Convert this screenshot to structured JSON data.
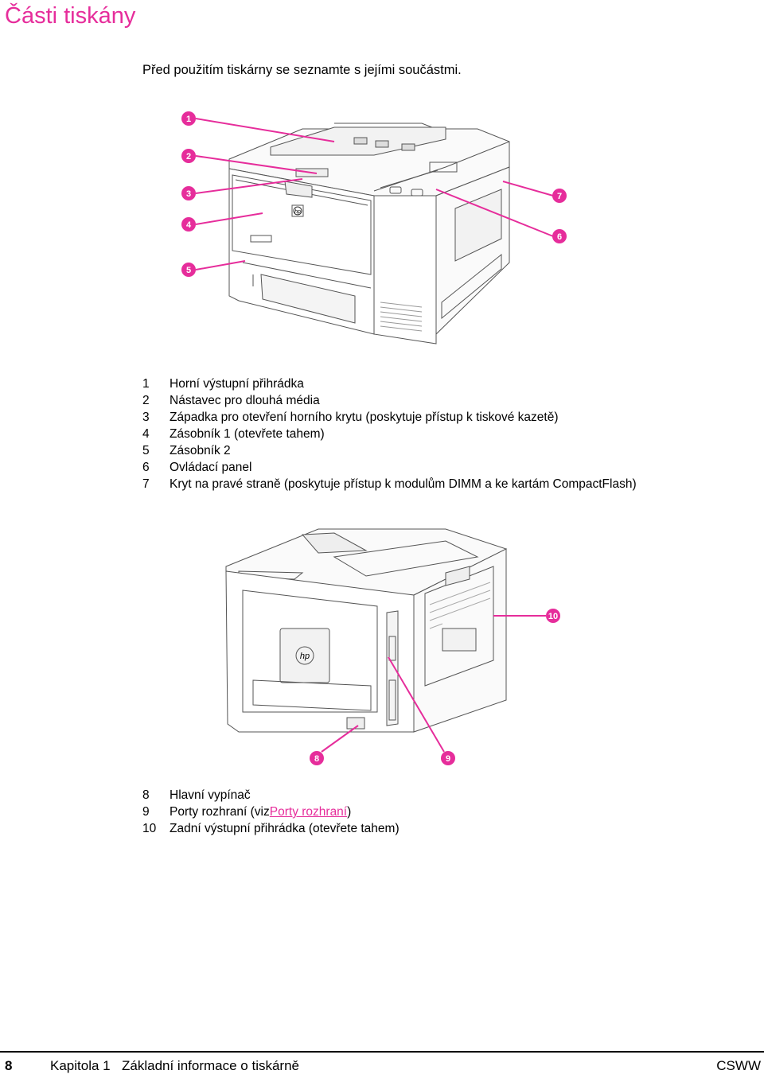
{
  "page": {
    "title": "Části tiskány",
    "intro": "Před použitím tiskárny se seznamte s jejími součástmi."
  },
  "figure_front": {
    "callouts": [
      "1",
      "2",
      "3",
      "4",
      "5",
      "6",
      "7"
    ],
    "logo": "hp-logo"
  },
  "legend_front": [
    {
      "num": "1",
      "text": "Horní výstupní přihrádka"
    },
    {
      "num": "2",
      "text": "Nástavec pro dlouhá média"
    },
    {
      "num": "3",
      "text": "Západka pro otevření horního krytu (poskytuje přístup k tiskové kazetě)"
    },
    {
      "num": "4",
      "text": "Zásobník 1 (otevřete tahem)"
    },
    {
      "num": "5",
      "text": "Zásobník 2"
    },
    {
      "num": "6",
      "text": "Ovládací panel"
    },
    {
      "num": "7",
      "text": "Kryt na pravé straně (poskytuje přístup k modulům DIMM a ke kartám CompactFlash)"
    }
  ],
  "figure_back": {
    "callouts": [
      "8",
      "9",
      "10"
    ],
    "logo": "hp-logo"
  },
  "legend_back": {
    "r8": {
      "num": "8",
      "text": "Hlavní vypínač"
    },
    "r9": {
      "num": "9",
      "text_before": "Porty rozhraní (viz ",
      "link": "Porty rozhraní",
      "text_after": ")"
    },
    "r10": {
      "num": "10",
      "text": "Zadní výstupní přihrádka (otevřete tahem)"
    }
  },
  "footer": {
    "page_number": "8",
    "chapter": "Kapitola 1",
    "chapter_name": "Základní informace o tiskárně",
    "brand": "CSWW"
  },
  "colors": {
    "accent": "#e62d9b"
  }
}
